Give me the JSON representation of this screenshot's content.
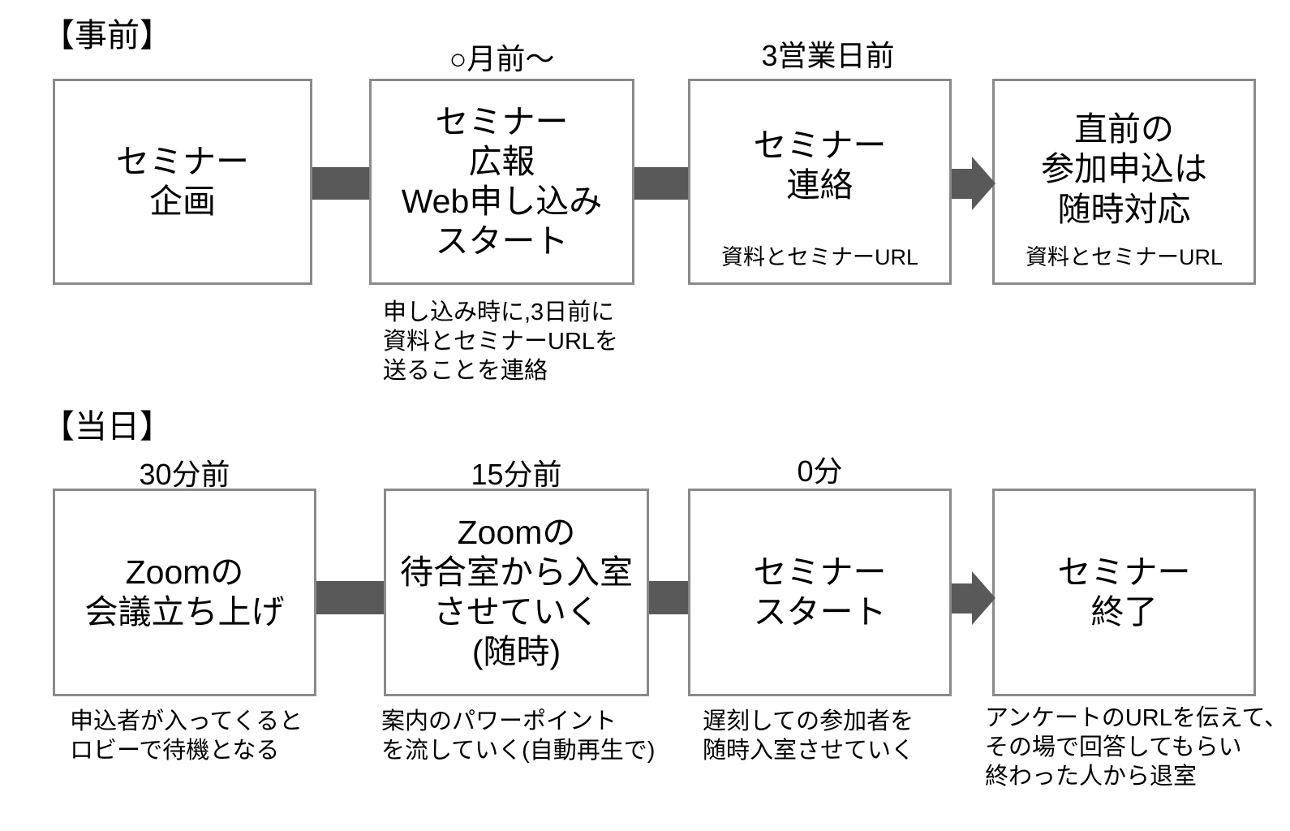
{
  "colors": {
    "connector": "#595959",
    "box_border": "#8a8a8a",
    "text": "#000000",
    "background": "#ffffff"
  },
  "pre": {
    "header": "【事前】",
    "steps": [
      {
        "title": "セミナー\n企画"
      },
      {
        "time": "○月前〜",
        "title": "セミナー\n広報\nWeb申し込み\nスタート",
        "note": "申し込み時に,3日前に\n資料とセミナーURLを\n送ることを連絡"
      },
      {
        "time": "3営業日前",
        "title": "セミナー\n連絡",
        "sub": "資料とセミナーURL"
      },
      {
        "title": "直前の\n参加申込は\n随時対応",
        "sub": "資料とセミナーURL"
      }
    ]
  },
  "day": {
    "header": "【当日】",
    "steps": [
      {
        "time": "30分前",
        "title": "Zoomの\n会議立ち上げ",
        "note": "申込者が入ってくると\nロビーで待機となる"
      },
      {
        "time": "15分前",
        "title": "Zoomの\n待合室から入室\nさせていく\n(随時)",
        "note": "案内のパワーポイント\nを流していく(自動再生で)"
      },
      {
        "time": "0分",
        "title": "セミナー\nスタート",
        "note": "遅刻しての参加者を\n随時入室させていく"
      },
      {
        "title": "セミナー\n終了",
        "note": "アンケートのURLを伝えて、\nその場で回答してもらい\n終わった人から退室"
      }
    ]
  }
}
